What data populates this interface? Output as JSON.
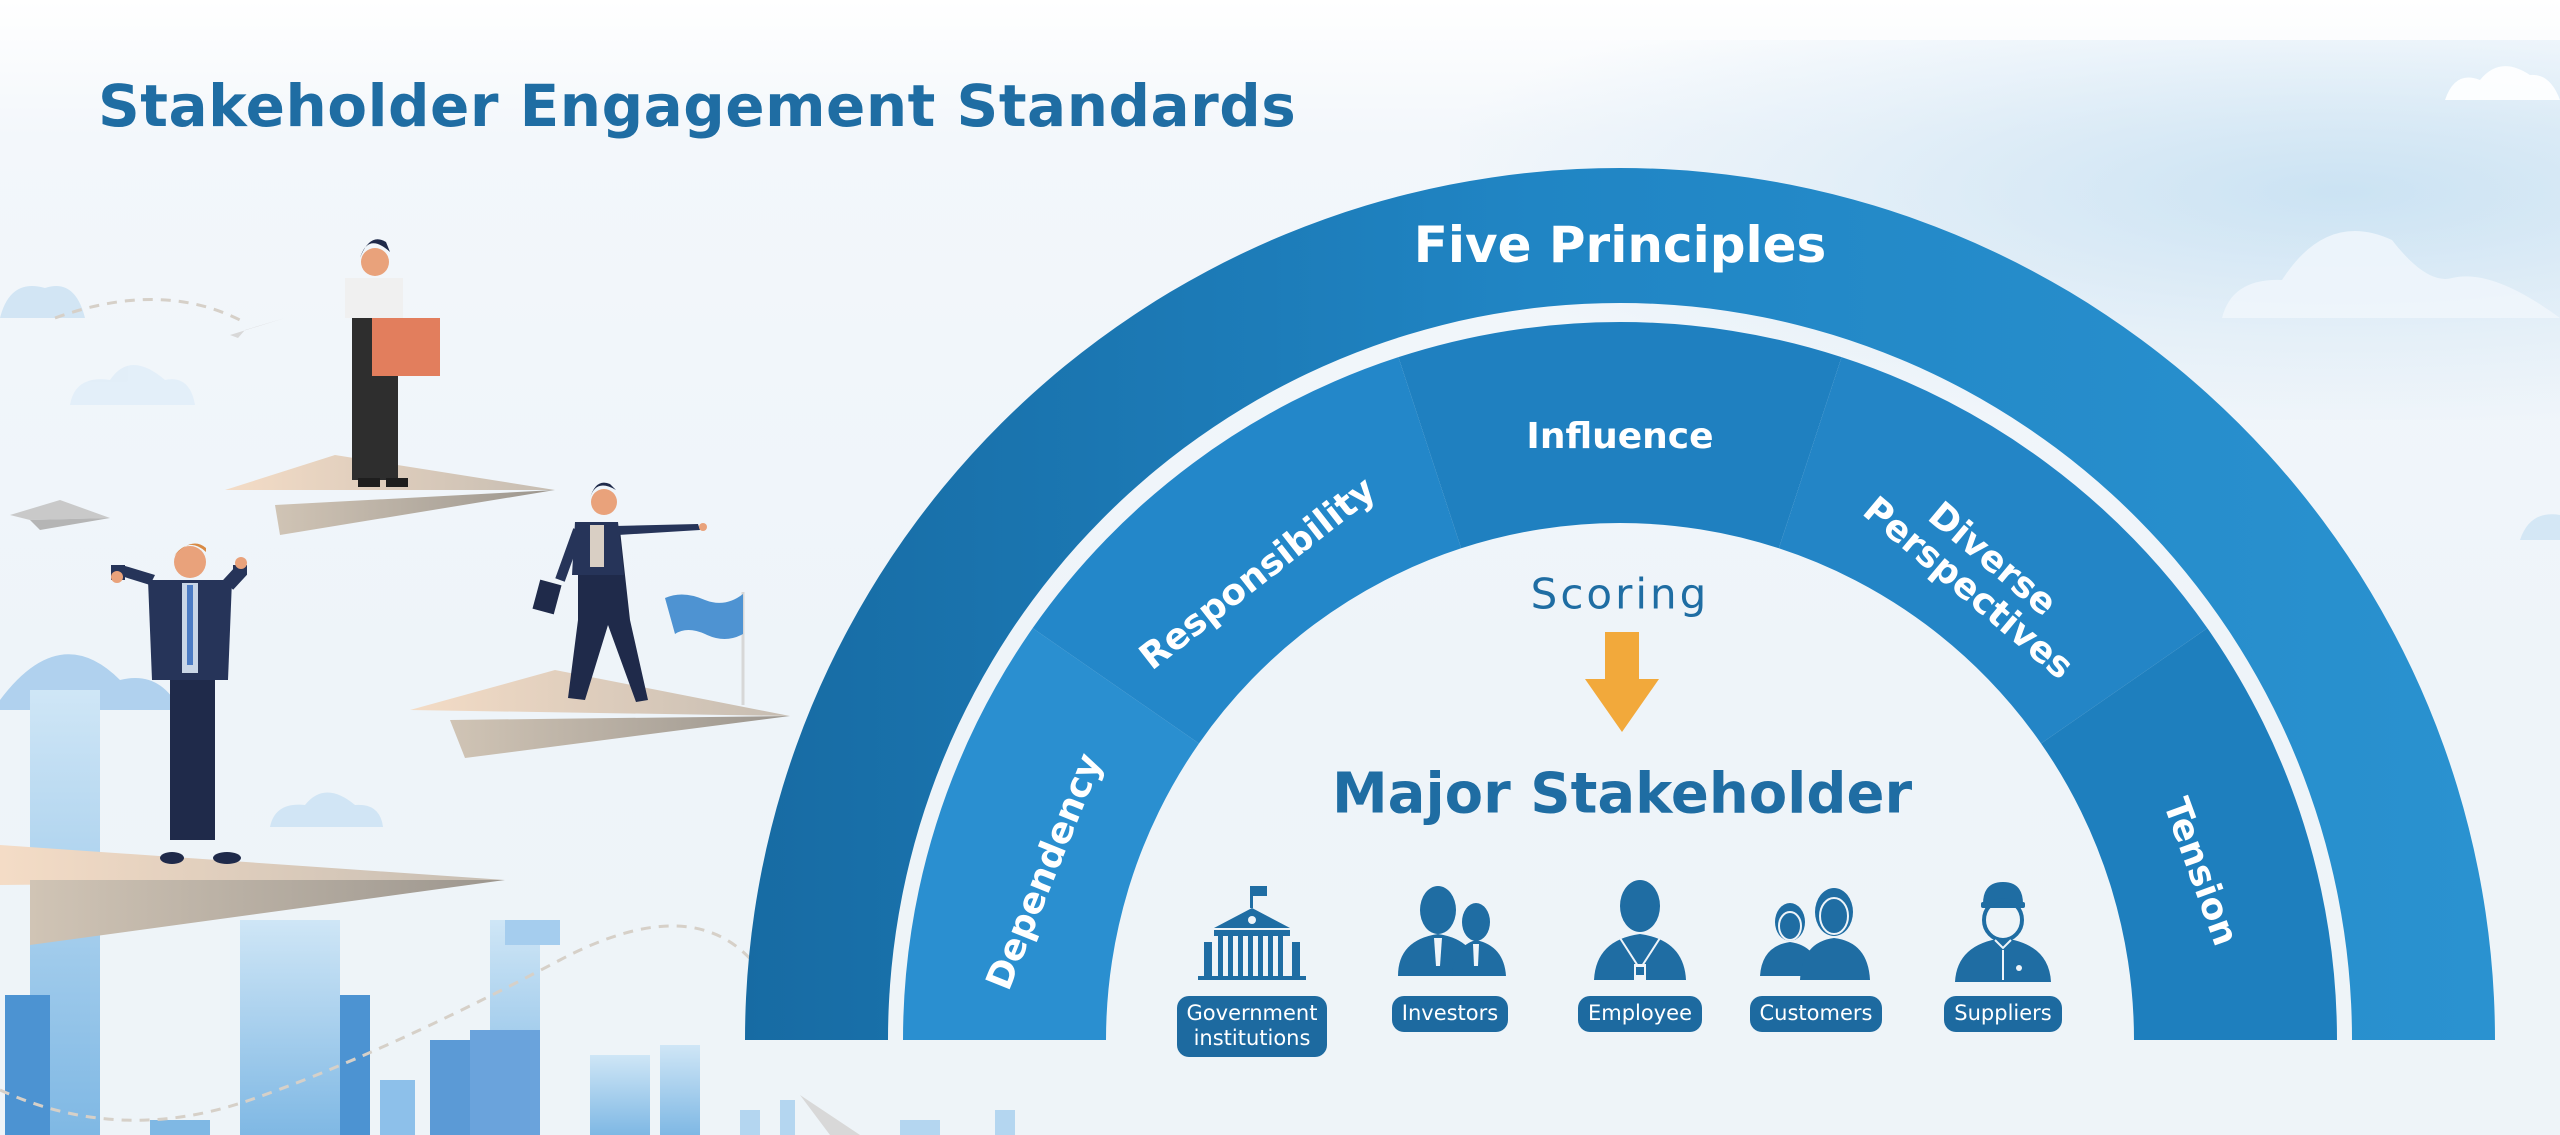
{
  "page": {
    "title": "Stakeholder Engagement Standards"
  },
  "diagram": {
    "outer_band": {
      "label": "Five Principles",
      "color": "#1f77b4"
    },
    "principles": [
      {
        "label": "Dependency",
        "icon": "none"
      },
      {
        "label": "Responsibility",
        "icon": "none"
      },
      {
        "label": "Influence",
        "icon": "none"
      },
      {
        "label": "Diverse\nPerspectives",
        "icon": "none"
      },
      {
        "label": "Tension",
        "icon": "none"
      }
    ],
    "process": {
      "step_label": "Scoring",
      "arrow_icon": "arrow-down-icon",
      "arrow_color": "#f2a93b",
      "result_title": "Major Stakeholder"
    },
    "stakeholders": [
      {
        "label": "Government\ninstitutions",
        "icon": "government-building-icon"
      },
      {
        "label": "Investors",
        "icon": "investors-icon"
      },
      {
        "label": "Employee",
        "icon": "employee-badge-icon"
      },
      {
        "label": "Customers",
        "icon": "customers-icon"
      },
      {
        "label": "Suppliers",
        "icon": "supplier-worker-icon"
      }
    ]
  },
  "illustration": {
    "description": "Business people standing on paper airplanes above a blue city skyline",
    "icons": [
      "paper-airplane-icon",
      "flag-icon",
      "cloud-icon",
      "city-skyline-icon",
      "person-icon"
    ]
  },
  "colors": {
    "primary": "#1f6da3",
    "band_dark": "#1b6fa8",
    "band_mid": "#2387c9",
    "band_light": "#2f95d2",
    "accent": "#f2a93b",
    "background": "#eef4f9"
  }
}
